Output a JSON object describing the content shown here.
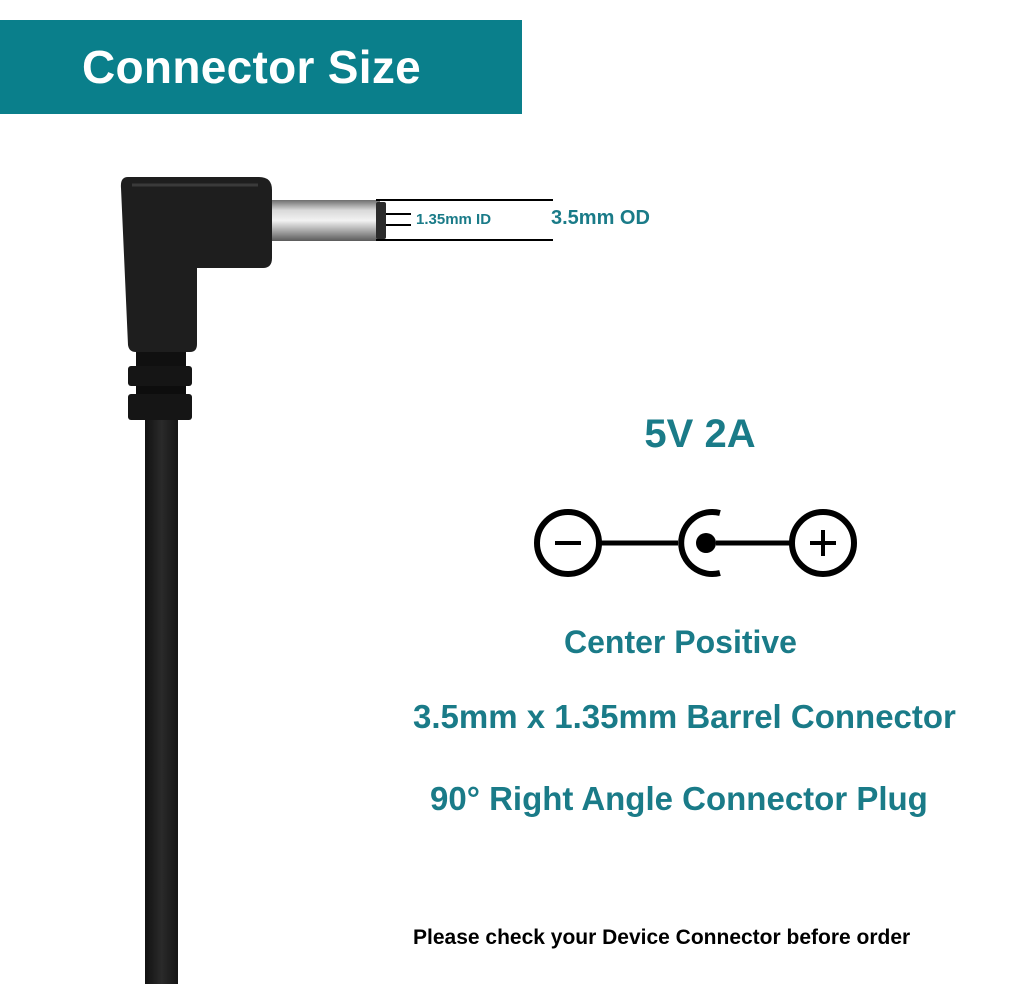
{
  "header": {
    "title": "Connector Size"
  },
  "dimensions": {
    "inner_diameter": "1.35mm ID",
    "outer_diameter": "3.5mm OD"
  },
  "rating": "5V 2A",
  "polarity": {
    "text": "Center Positive",
    "symbol_minus": "minus-symbol-icon",
    "symbol_plus": "plus-symbol-icon"
  },
  "specs": {
    "connector": "3.5mm x 1.35mm Barrel Connector",
    "angle": "90° Right  Angle Connector Plug"
  },
  "notice": "Please check your Device Connector before order",
  "colors": {
    "accent": "#0a7f8b",
    "text_teal": "#1a7b88",
    "plug_body": "#1c1c1c"
  }
}
